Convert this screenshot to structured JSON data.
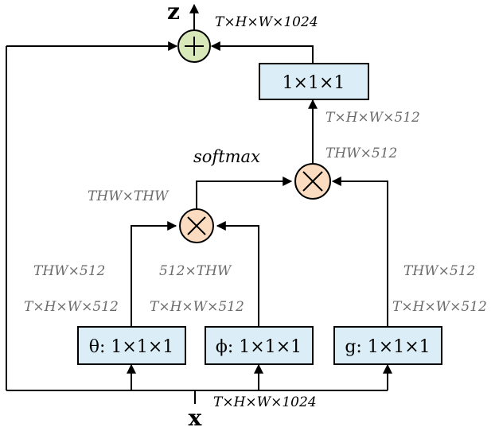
{
  "io": {
    "input": "x",
    "output": "z"
  },
  "boxes": {
    "theta": "θ: 1×1×1",
    "phi": "ϕ: 1×1×1",
    "g": "g: 1×1×1",
    "out": "1×1×1"
  },
  "ops": {
    "add": "+",
    "mul": "×"
  },
  "labels": {
    "output_dim": "T×H×W×1024",
    "out_conv_in": "T×H×W×512",
    "right_mul_out": "THW×512",
    "softmax": "softmax",
    "left_mul_out": "THW×THW",
    "theta_reshape": "THW×512",
    "theta_dim": "T×H×W×512",
    "phi_reshape": "512×THW",
    "phi_dim": "T×H×W×512",
    "g_reshape": "THW×512",
    "g_dim": "T×H×W×512",
    "input_dim": "T×H×W×1024"
  }
}
